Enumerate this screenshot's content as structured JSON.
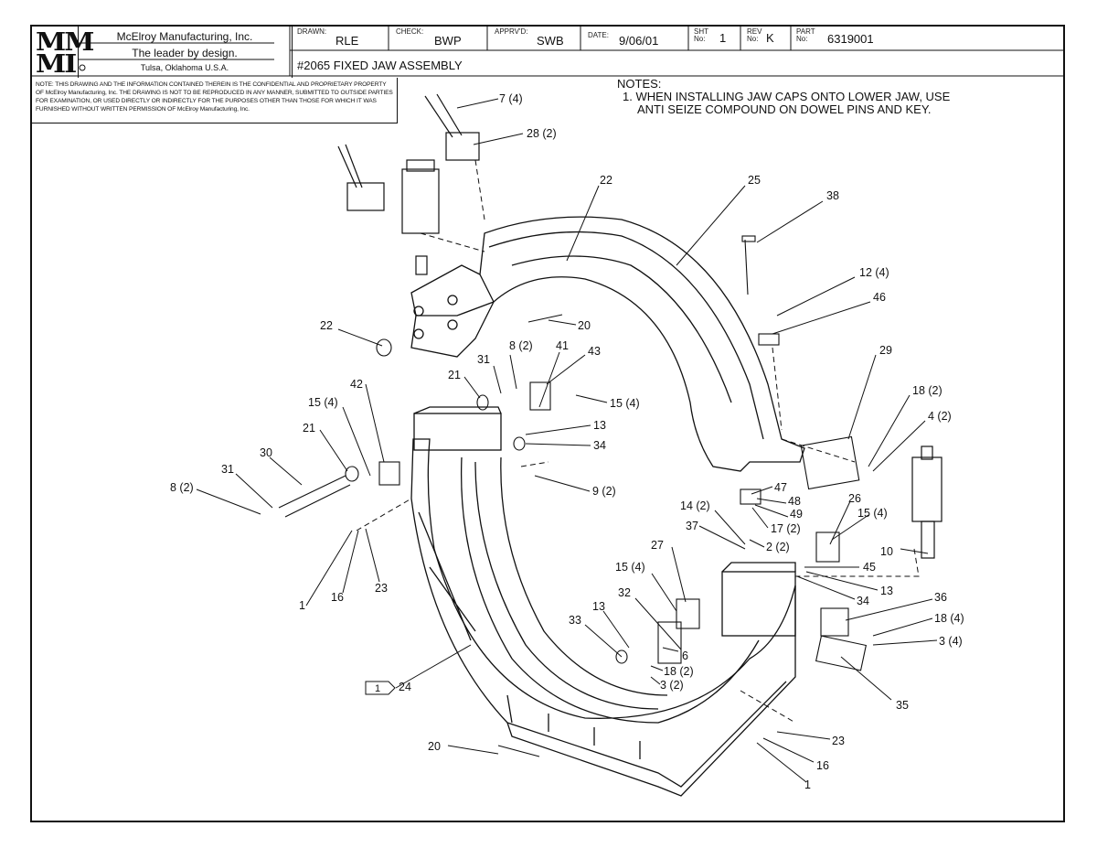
{
  "title_block": {
    "company_name": "McElroy Manufacturing, Inc.",
    "tagline": "The leader by design.",
    "location": "Tulsa, Oklahoma U.S.A.",
    "logo_text_top": "MM",
    "logo_text_bottom": "MI",
    "drawn_label": "DRAWN:",
    "drawn_value": "RLE",
    "check_label": "CHECK:",
    "check_value": "BWP",
    "apprvd_label": "APPRV'D:",
    "apprvd_value": "SWB",
    "date_label": "DATE:",
    "date_value": "9/06/01",
    "sht_label": "SHT No:",
    "sht_value": "1",
    "rev_label": "REV No:",
    "rev_value": "K",
    "part_label": "PART No:",
    "part_value": "6319001",
    "drawing_title": "#2065 FIXED JAW ASSEMBLY"
  },
  "confidential_notice": "NOTE: THIS DRAWING AND THE INFORMATION CONTAINED THEREIN IS THE CONFIDENTIAL AND PROPRIETARY PROPERTY OF McElroy Manufacturing, Inc. THE DRAWING IS NOT TO BE REPRODUCED IN ANY MANNER, SUBMITTED TO OUTSIDE PARTIES FOR EXAMINATION, OR USED DIRECTLY OR INDIRECTLY FOR THE PURPOSES OTHER THAN THOSE FOR WHICH IT WAS FURNISHED WITHOUT WRITTEN PERMISSION OF McElroy Manufacturing, Inc.",
  "notes": {
    "heading": "NOTES:",
    "items": [
      "1. WHEN INSTALLING JAW CAPS ONTO LOWER JAW, USE",
      "ANTI SEIZE COMPOUND ON DOWEL PINS AND KEY."
    ]
  },
  "callouts": [
    "7 (4)",
    "28 (2)",
    "22",
    "25",
    "38",
    "12 (4)",
    "46",
    "22",
    "20",
    "8 (2)",
    "41",
    "43",
    "31",
    "21",
    "42",
    "15 (4)",
    "15 (4)",
    "13",
    "34",
    "21",
    "30",
    "31",
    "8 (2)",
    "9 (2)",
    "29",
    "18 (2)",
    "4 (2)",
    "47",
    "48",
    "49",
    "14 (2)",
    "17 (2)",
    "37",
    "2 (2)",
    "26",
    "15 (4)",
    "10",
    "27",
    "45",
    "13",
    "34",
    "15 (4)",
    "32",
    "36",
    "18 (4)",
    "3 (4)",
    "13",
    "33",
    "6",
    "18 (2)",
    "3 (2)",
    "16",
    "23",
    "1",
    "24",
    "35",
    "20",
    "23",
    "16",
    "1"
  ],
  "revision_flag": "1"
}
